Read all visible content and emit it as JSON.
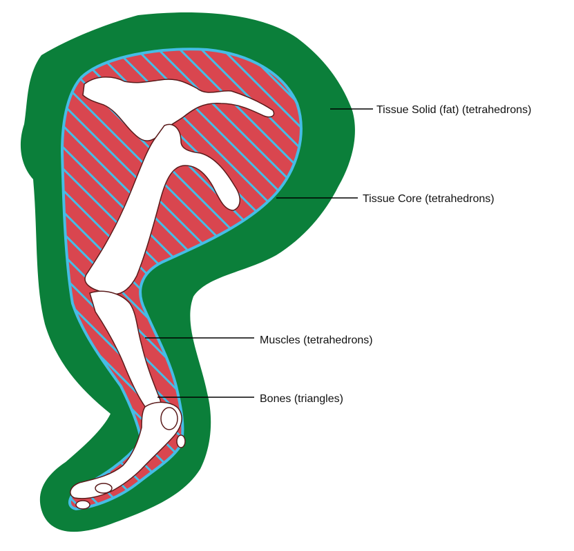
{
  "colors": {
    "fat": "#0b7f3a",
    "core_outline": "#45bde6",
    "muscle": "#d9464f",
    "hatch": "#45bde6",
    "bone": "#ffffff",
    "bone_outline": "#5a1a1a",
    "leader": "#000000"
  },
  "labels": {
    "fat": "Tissue Solid (fat) (tetrahedrons)",
    "core": "Tissue Core (tetrahedrons)",
    "muscles": "Muscles (tetrahedrons)",
    "bones": "Bones (triangles)"
  }
}
